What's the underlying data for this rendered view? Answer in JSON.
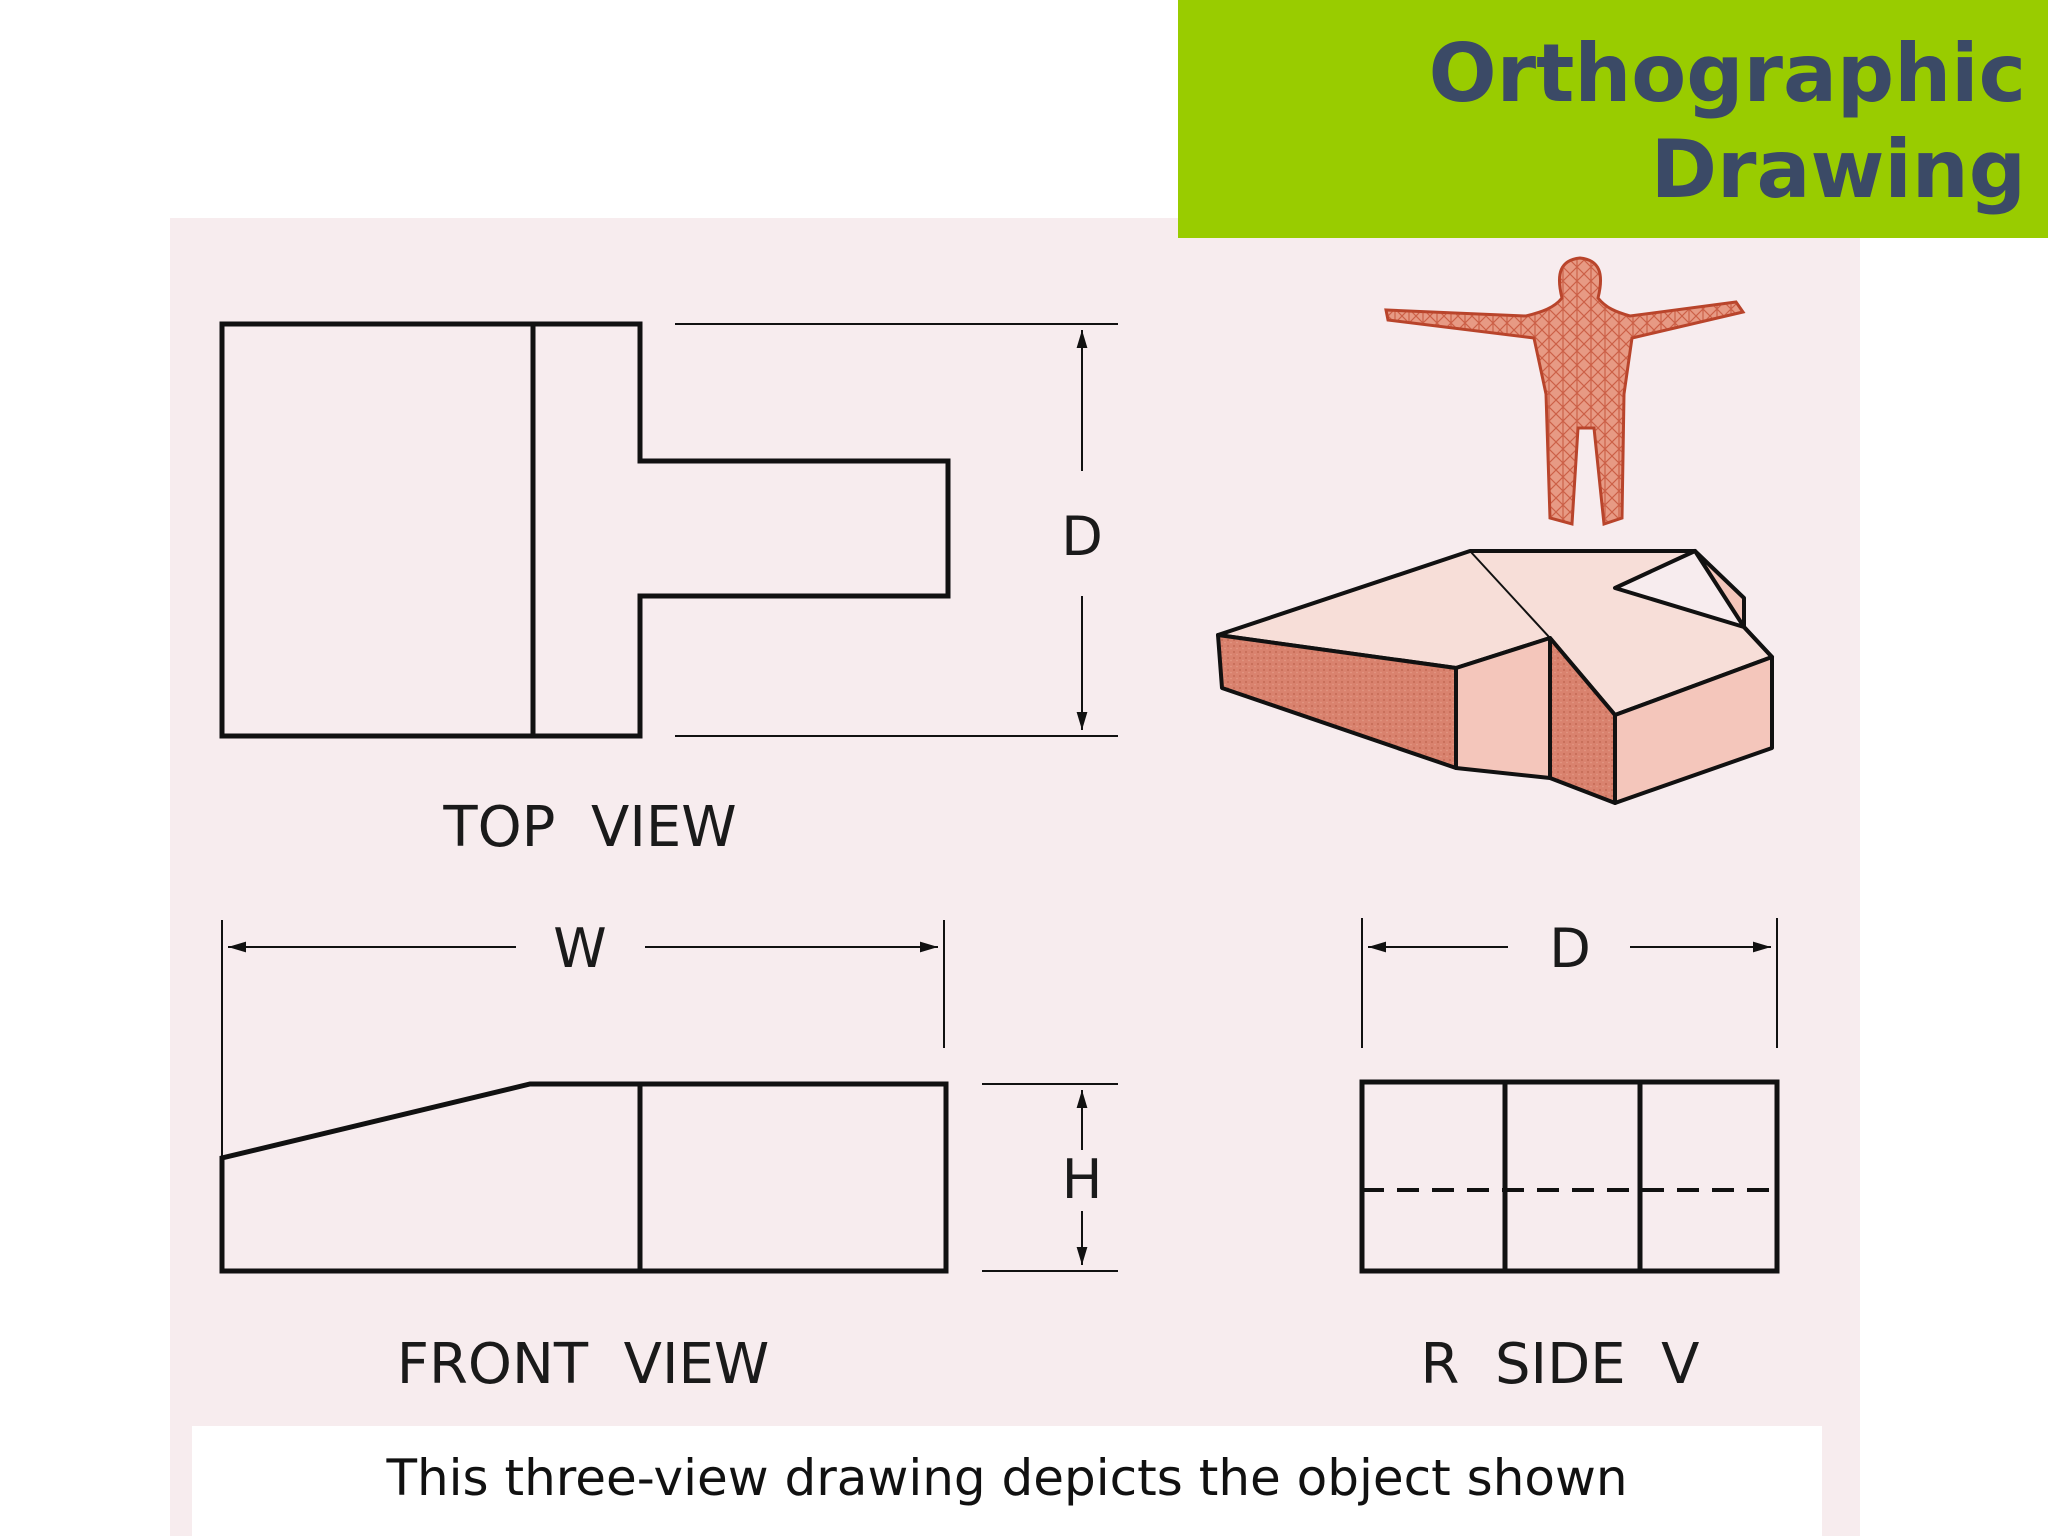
{
  "slide": {
    "title_line1": "Orthographic",
    "title_line2": "Drawing"
  },
  "figure": {
    "top_view_label": "TOP  VIEW",
    "front_view_label": "FRONT  VIEW",
    "side_view_label": "R  SIDE  V",
    "dim_depth_top": "D",
    "dim_width": "W",
    "dim_height": "H",
    "dim_depth_side": "D",
    "caption": "This three-view drawing depicts the object shown"
  },
  "colors": {
    "title_bar": "#99cc00",
    "title_text": "#3b4a66",
    "figure_background": "#f7ecee",
    "object_fill": "#d9826e"
  }
}
